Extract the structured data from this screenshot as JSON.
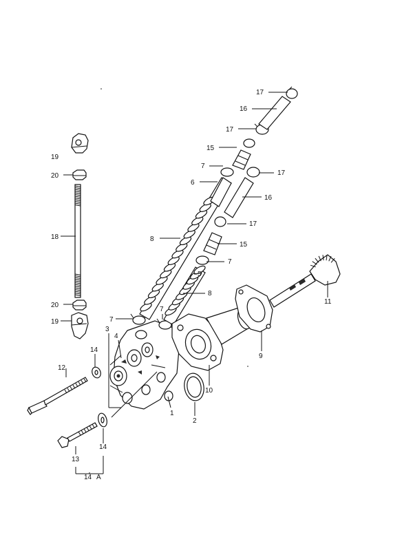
{
  "diagram": {
    "labels": {
      "p1": "1",
      "p2": "2",
      "p3": "3",
      "p4": "4",
      "p5": "5",
      "p6": "6",
      "p7a": "7",
      "p7b": "7",
      "p7c": "7",
      "p7d": "7",
      "p8a": "8",
      "p8b": "8",
      "p9": "9",
      "p10": "10",
      "p11": "11",
      "p12": "12",
      "p13": "13",
      "p14a": "14",
      "p14b": "14",
      "p14c": "14",
      "p14_suffix": "A",
      "p15a": "15",
      "p15b": "15",
      "p16a": "16",
      "p16b": "16",
      "p17a": "17",
      "p17b": "17",
      "p17c": "17",
      "p17d": "17",
      "p18": "18",
      "p19a": "19",
      "p19b": "19",
      "p20a": "20",
      "p20b": "20"
    },
    "colors": {
      "ink": "#111111",
      "paper": "#ffffff"
    }
  }
}
